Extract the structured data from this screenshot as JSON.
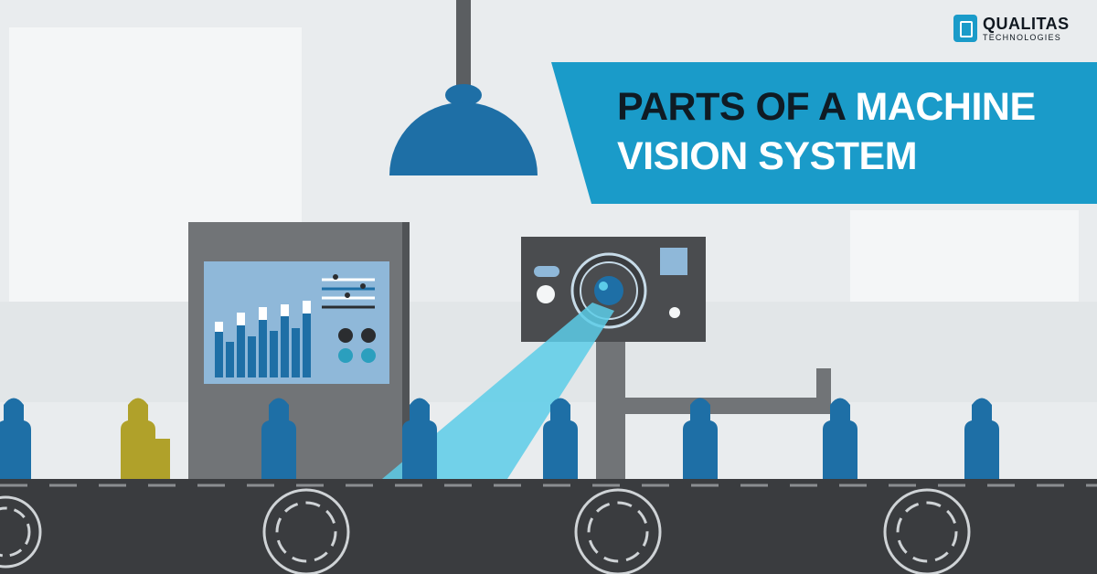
{
  "brand": {
    "name": "QUALITAS",
    "subtitle": "TECHNOLOGIES",
    "logo_icon": "q-square-icon",
    "color": "#1a9bc9"
  },
  "headline": {
    "dark_part": "PARTS OF A ",
    "accent_line1": "MACHINE",
    "accent_line2": "VISION SYSTEM",
    "dark_color": "#0f1b24",
    "accent_color": "#ffffff"
  },
  "colors": {
    "banner": "#1a9bc9",
    "conveyor": "#3a3c3f",
    "bottle": "#1e6fa6",
    "defective_bottle": "#b0a12a",
    "lamp": "#1e6fa6",
    "light_beam": "#5ccce8"
  }
}
